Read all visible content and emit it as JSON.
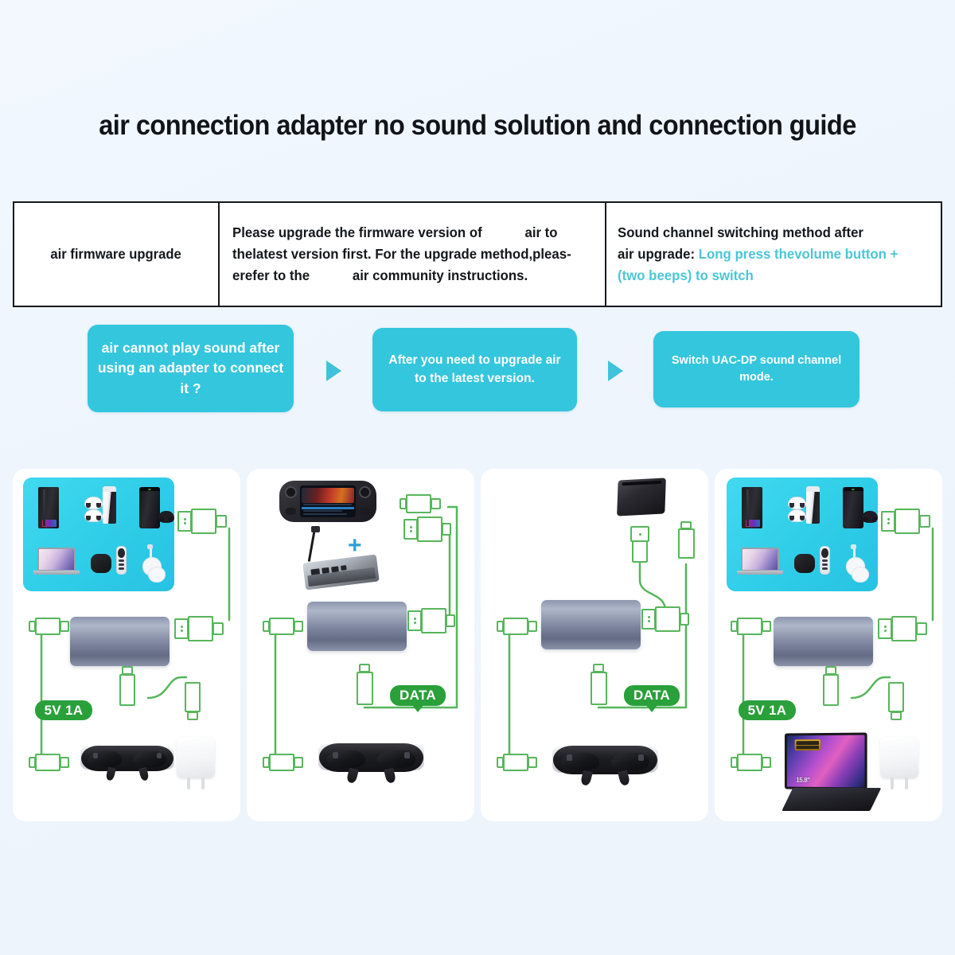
{
  "page": {
    "title": "air connection adapter no sound solution and connection guide",
    "background_color": "#eff5fd",
    "accent_color": "#34c6dd",
    "cable_color": "#56b65b",
    "badge_color": "#2aa03a",
    "text_color": "#14171b"
  },
  "info_table": {
    "rows": [
      {
        "label": "air firmware upgrade",
        "description_parts": [
          "Please upgrade the firmware version of",
          "air to",
          "thelatest version first. For the upgrade method,pleas-",
          "erefer to the",
          "air community instructions."
        ],
        "note_heading": "Sound channel switching method after air upgrade:",
        "note_highlight": "Long press thevolume button + (two beeps) to switch"
      }
    ],
    "cells": {
      "cell_1": "air firmware upgrade",
      "cell_2_line_1_a": "Please upgrade the firmware version of",
      "cell_2_line_1_b": "air to",
      "cell_2_line_2": "thelatest version first. For the upgrade method,pleas-",
      "cell_2_line_3_a": "erefer to the",
      "cell_2_line_3_b": "air community instructions.",
      "cell_3_line_1": "Sound channel switching method after",
      "cell_3_line_2_a": "air upgrade:",
      "cell_3_line_2_b": "Long press thevolume button +",
      "cell_3_line_3": "(two beeps) to switch"
    }
  },
  "flow": {
    "steps": [
      {
        "text": "air cannot play sound after using an adapter to connect it ?"
      },
      {
        "text": "After you need to upgrade air to the latest version."
      },
      {
        "text": "Switch UAC-DP sound channel mode."
      }
    ],
    "arrow_glyph": "play-triangle"
  },
  "panels": [
    {
      "id": "panel-1",
      "name": "console-to-glasses-with-power",
      "source_label": "device-collage",
      "devices": [
        "pc-tower",
        "ps5",
        "ps5-controller",
        "xbox-series-x",
        "xbox-controller",
        "macbook",
        "apple-tv-box",
        "apple-tv-remote",
        "chromecast"
      ],
      "adapter": "air-adapter",
      "output_device": "ar-glasses",
      "power_device": "wall-charger",
      "badge": "5V 1A",
      "connectors": [
        "hdmi",
        "hdmi",
        "usb-c",
        "usb-c",
        "usb-c",
        "usb-a"
      ]
    },
    {
      "id": "panel-2",
      "name": "handheld-with-hub-to-glasses",
      "source_label": "steam-deck-handheld",
      "devices": [
        "steam-deck",
        "usb-c-hub-dock"
      ],
      "plus_symbol": "+",
      "adapter": "air-adapter",
      "output_device": "ar-glasses",
      "badge": "DATA",
      "connectors": [
        "usb-c",
        "hdmi",
        "hdmi",
        "usb-c",
        "usb-c"
      ]
    },
    {
      "id": "panel-3",
      "name": "switch-dock-to-glasses",
      "source_label": "switch-dock",
      "devices": [
        "nintendo-switch-dock"
      ],
      "adapter": "air-adapter",
      "output_device": "ar-glasses",
      "badge": "DATA",
      "connectors": [
        "hdmi",
        "usb-c",
        "hdmi",
        "usb-c",
        "usb-c"
      ]
    },
    {
      "id": "panel-4",
      "name": "console-to-monitor-with-power",
      "source_label": "device-collage",
      "devices": [
        "pc-tower",
        "ps5",
        "ps5-controller",
        "xbox-series-x",
        "xbox-controller",
        "macbook",
        "apple-tv-box",
        "apple-tv-remote",
        "chromecast"
      ],
      "adapter": "air-adapter",
      "output_device": "portable-monitor",
      "monitor_size_label": "15.8\"",
      "power_device": "wall-charger",
      "badge": "5V 1A",
      "connectors": [
        "hdmi",
        "hdmi",
        "usb-c",
        "usb-c",
        "usb-c",
        "usb-a"
      ]
    }
  ]
}
